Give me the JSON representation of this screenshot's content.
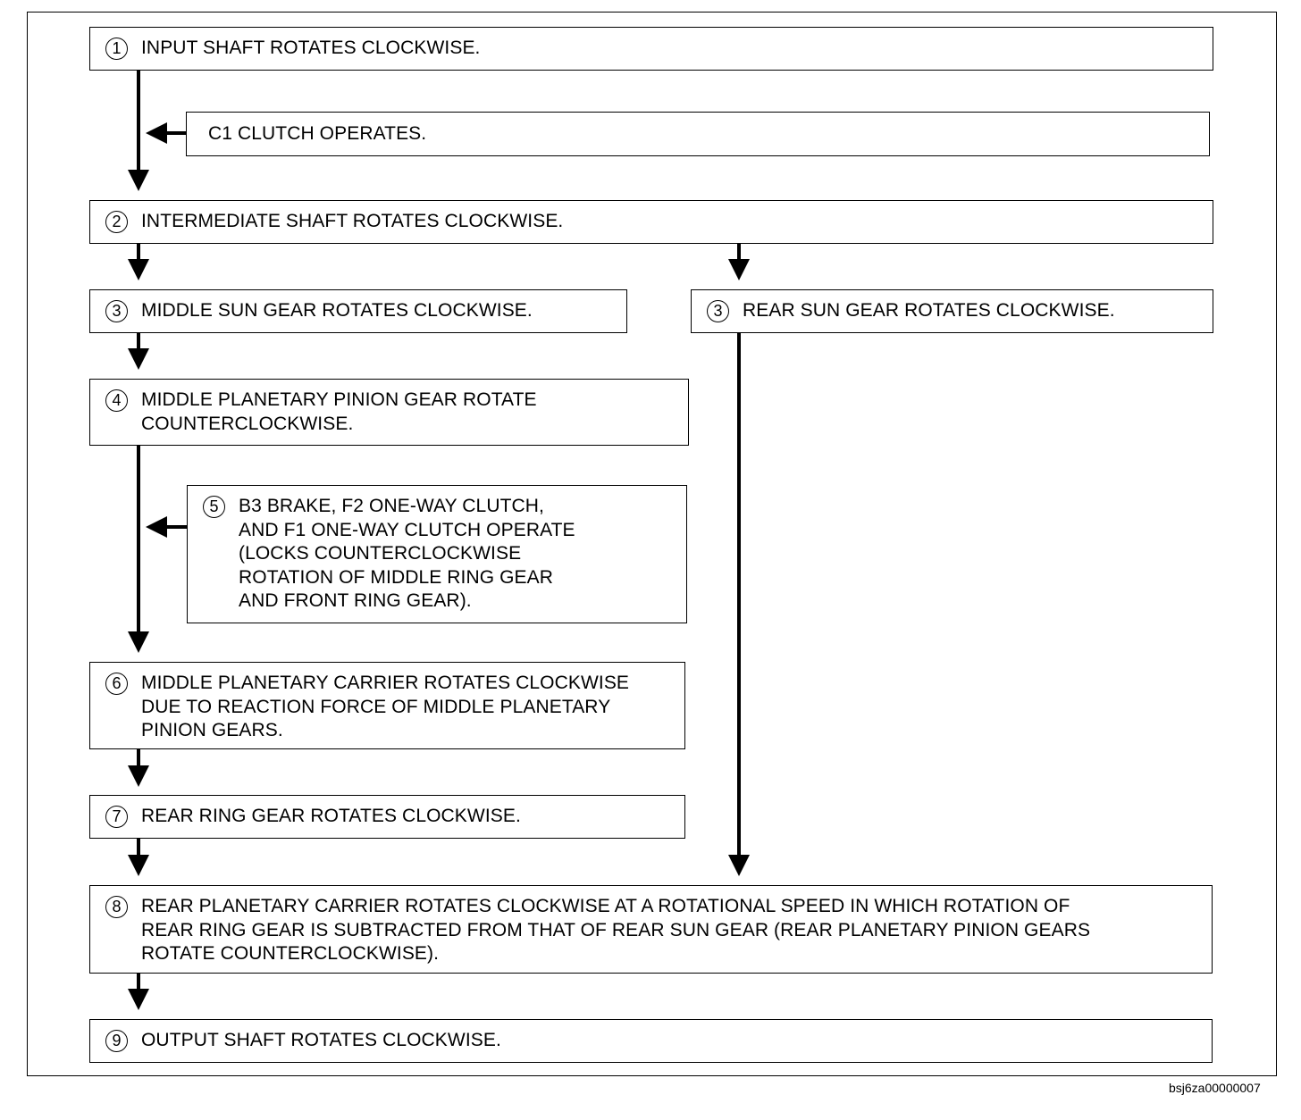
{
  "steps": {
    "s1": {
      "num": "1",
      "text": "INPUT SHAFT ROTATES CLOCKWISE."
    },
    "c1": {
      "text": "C1 CLUTCH OPERATES."
    },
    "s2": {
      "num": "2",
      "text": "INTERMEDIATE SHAFT ROTATES CLOCKWISE."
    },
    "s3a": {
      "num": "3",
      "text": "MIDDLE SUN GEAR ROTATES CLOCKWISE."
    },
    "s3b": {
      "num": "3",
      "text": "REAR SUN GEAR ROTATES CLOCKWISE."
    },
    "s4": {
      "num": "4",
      "text": "MIDDLE PLANETARY PINION GEAR ROTATE\nCOUNTERCLOCKWISE."
    },
    "s5": {
      "num": "5",
      "text": "B3 BRAKE, F2 ONE-WAY CLUTCH,\nAND F1 ONE-WAY CLUTCH OPERATE\n(LOCKS COUNTERCLOCKWISE\nROTATION OF MIDDLE RING GEAR\nAND FRONT RING GEAR)."
    },
    "s6": {
      "num": "6",
      "text": "MIDDLE PLANETARY CARRIER ROTATES CLOCKWISE\nDUE TO REACTION FORCE OF MIDDLE PLANETARY\nPINION GEARS."
    },
    "s7": {
      "num": "7",
      "text": "REAR RING GEAR ROTATES CLOCKWISE."
    },
    "s8": {
      "num": "8",
      "text": "REAR PLANETARY CARRIER ROTATES CLOCKWISE AT A ROTATIONAL SPEED IN WHICH ROTATION OF\nREAR RING GEAR IS SUBTRACTED FROM THAT OF REAR SUN GEAR (REAR PLANETARY PINION GEARS\nROTATE COUNTERCLOCKWISE)."
    },
    "s9": {
      "num": "9",
      "text": "OUTPUT SHAFT ROTATES CLOCKWISE."
    }
  },
  "reference_code": "bsj6za00000007"
}
